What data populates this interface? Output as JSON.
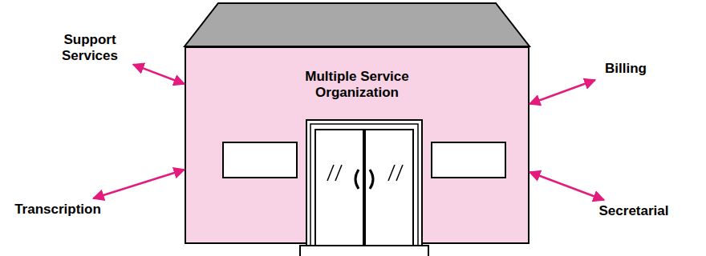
{
  "diagram": {
    "nodes": [
      {
        "text": [
          "Multiple Service Organization"
        ]
      },
      {
        "text": [
          "Support Services"
        ]
      },
      {
        "text": [
          "Billing"
        ]
      },
      {
        "text": [
          "Transcription"
        ]
      },
      {
        "text": [
          "Secretarial"
        ]
      }
    ],
    "edges": [
      {
        "from": 0,
        "to": 1,
        "arrow": "both"
      },
      {
        "from": 0,
        "to": 2,
        "arrow": "both"
      },
      {
        "from": 0,
        "to": 3,
        "arrow": "both"
      },
      {
        "from": 0,
        "to": 4,
        "arrow": "both"
      }
    ]
  }
}
